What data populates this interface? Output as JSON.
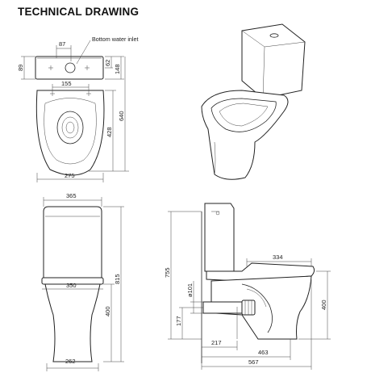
{
  "title": "TECHNICAL DRAWING",
  "top_view": {
    "note_inlet": "Bottom water inlet",
    "dim_87": "87",
    "dim_89": "89",
    "dim_62": "62",
    "dim_148": "148",
    "dim_155": "155",
    "dim_428": "428",
    "dim_640": "640",
    "dim_275": "275"
  },
  "front_view": {
    "dim_365": "365",
    "dim_350": "350",
    "dim_815": "815",
    "dim_400": "400",
    "dim_262": "262"
  },
  "side_view": {
    "dim_334": "334",
    "dim_755": "755",
    "dim_101": "ø101",
    "dim_177": "177",
    "dim_400": "400",
    "dim_217": "217",
    "dim_463": "463",
    "dim_567": "567"
  }
}
